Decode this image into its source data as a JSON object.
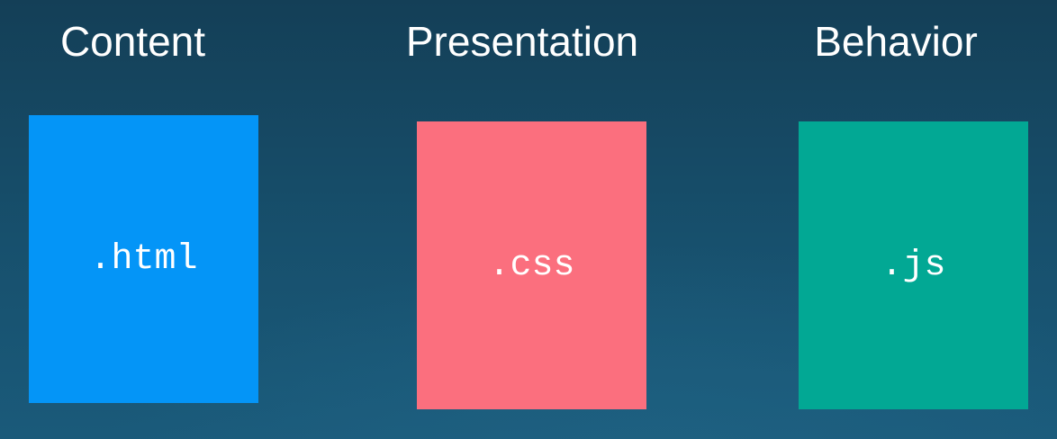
{
  "columns": [
    {
      "heading": "Content",
      "extension": ".html",
      "color": "#0495f7"
    },
    {
      "heading": "Presentation",
      "extension": ".css",
      "color": "#fb6f7e"
    },
    {
      "heading": "Behavior",
      "extension": ".js",
      "color": "#02a894"
    }
  ]
}
